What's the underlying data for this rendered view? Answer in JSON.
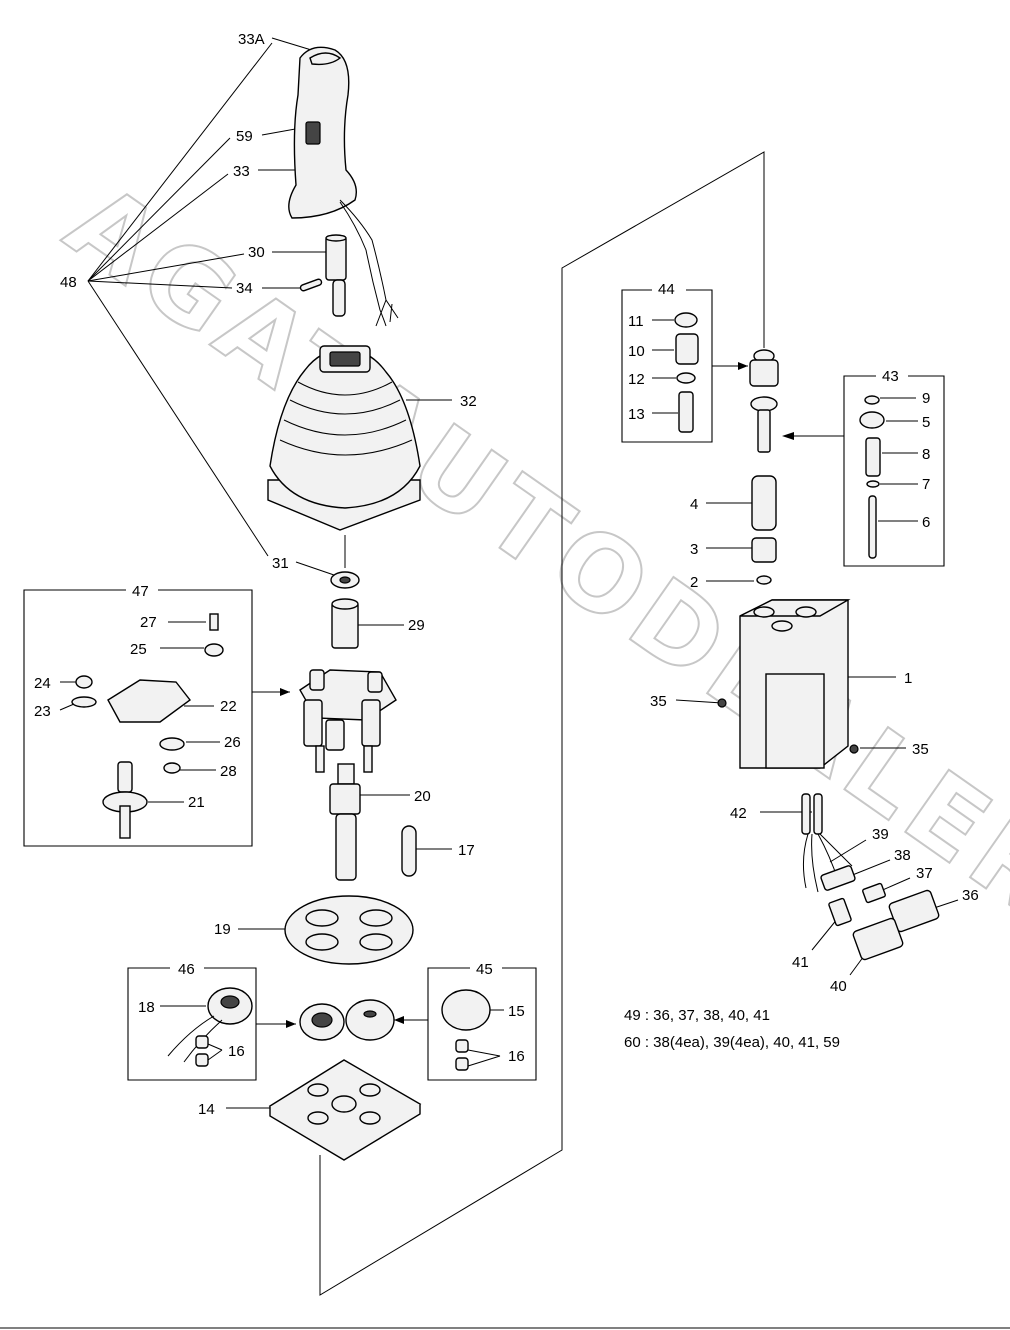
{
  "watermark": "AGATAUTODEALER.RU",
  "labels": {
    "l33A": "33A",
    "l59": "59",
    "l33": "33",
    "l30": "30",
    "l34": "34",
    "l48": "48",
    "l32": "32",
    "l31": "31",
    "l29": "29",
    "l47": "47",
    "l27": "27",
    "l25": "25",
    "l24": "24",
    "l23": "23",
    "l22": "22",
    "l26": "26",
    "l28": "28",
    "l21": "21",
    "l20": "20",
    "l17": "17",
    "l19": "19",
    "l46": "46",
    "l18": "18",
    "l16a": "16",
    "l45": "45",
    "l15": "15",
    "l16b": "16",
    "l14": "14",
    "l44": "44",
    "l11": "11",
    "l10": "10",
    "l12": "12",
    "l13": "13",
    "l43": "43",
    "l9": "9",
    "l5": "5",
    "l8": "8",
    "l7": "7",
    "l6": "6",
    "l4": "4",
    "l3": "3",
    "l2": "2",
    "l1": "1",
    "l35a": "35",
    "l35b": "35",
    "l42": "42",
    "l39": "39",
    "l38": "38",
    "l37": "37",
    "l36": "36",
    "l41": "41",
    "l40": "40"
  },
  "notes": {
    "n49": "49 : 36, 37, 38, 40, 41",
    "n60": "60 : 38(4ea), 39(4ea), 40, 41, 59"
  }
}
